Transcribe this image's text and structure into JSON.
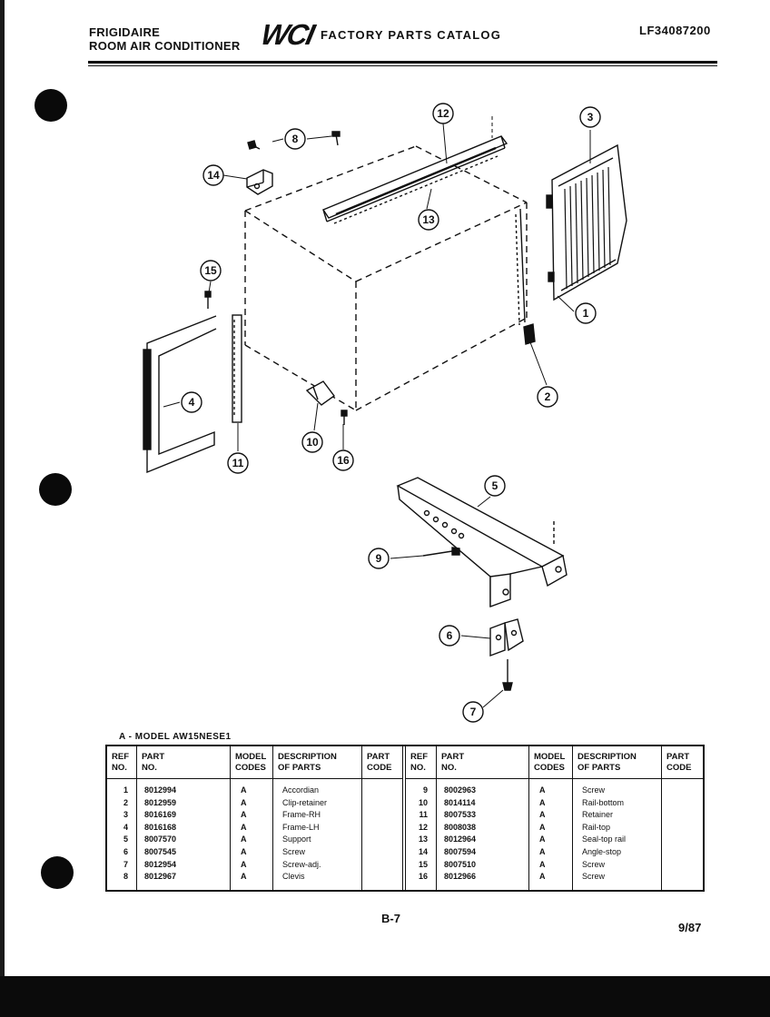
{
  "header": {
    "brand_line1": "FRIGIDAIRE",
    "brand_line2": "ROOM AIR CONDITIONER",
    "logo": "WCI",
    "title": "FACTORY PARTS CATALOG",
    "catalog_code": "LF34087200"
  },
  "diagram": {
    "callouts": [
      "12",
      "8",
      "14",
      "3",
      "13",
      "15",
      "1",
      "4",
      "2",
      "10",
      "16",
      "11",
      "5",
      "9",
      "6",
      "7"
    ]
  },
  "parts_table": {
    "model_line": "A - MODEL  AW15NESE1",
    "headers": {
      "ref_l1": "REF",
      "ref_l2": "NO.",
      "part_l1": "PART",
      "part_l2": "NO.",
      "model_l1": "MODEL",
      "model_l2": "CODES",
      "desc_l1": "DESCRIPTION",
      "desc_l2": "OF PARTS",
      "code_l1": "PART",
      "code_l2": "CODE"
    },
    "left_rows": [
      {
        "ref": "1",
        "part": "8012994",
        "model": "A",
        "desc": "Accordian"
      },
      {
        "ref": "2",
        "part": "8012959",
        "model": "A",
        "desc": "Clip-retainer"
      },
      {
        "ref": "3",
        "part": "8016169",
        "model": "A",
        "desc": "Frame-RH"
      },
      {
        "ref": "4",
        "part": "8016168",
        "model": "A",
        "desc": "Frame-LH"
      },
      {
        "ref": "5",
        "part": "8007570",
        "model": "A",
        "desc": "Support"
      },
      {
        "ref": "6",
        "part": "8007545",
        "model": "A",
        "desc": "Screw"
      },
      {
        "ref": "7",
        "part": "8012954",
        "model": "A",
        "desc": "Screw-adj."
      },
      {
        "ref": "8",
        "part": "8012967",
        "model": "A",
        "desc": "Clevis"
      }
    ],
    "right_rows": [
      {
        "ref": "9",
        "part": "8002963",
        "model": "A",
        "desc": "Screw"
      },
      {
        "ref": "10",
        "part": "8014114",
        "model": "A",
        "desc": "Rail-bottom"
      },
      {
        "ref": "11",
        "part": "8007533",
        "model": "A",
        "desc": "Retainer"
      },
      {
        "ref": "12",
        "part": "8008038",
        "model": "A",
        "desc": "Rail-top"
      },
      {
        "ref": "13",
        "part": "8012964",
        "model": "A",
        "desc": "Seal-top rail"
      },
      {
        "ref": "14",
        "part": "8007594",
        "model": "A",
        "desc": "Angle-stop"
      },
      {
        "ref": "15",
        "part": "8007510",
        "model": "A",
        "desc": "Screw"
      },
      {
        "ref": "16",
        "part": "8012966",
        "model": "A",
        "desc": "Screw"
      }
    ]
  },
  "footer": {
    "page_number": "B-7",
    "date": "9/87"
  }
}
